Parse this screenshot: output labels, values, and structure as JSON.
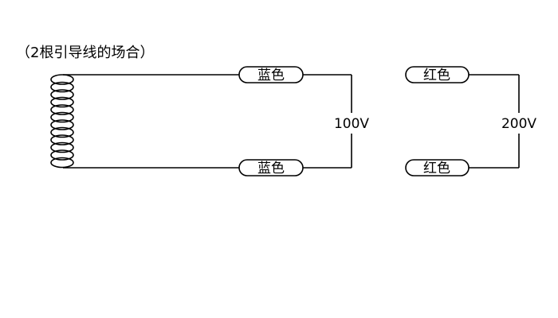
{
  "caption": "（2根引导线的场合）",
  "left_circuit": {
    "top_terminal": "蓝色",
    "bottom_terminal": "蓝色",
    "voltage": "100V"
  },
  "right_circuit": {
    "top_terminal": "红色",
    "bottom_terminal": "红色",
    "voltage": "200V"
  },
  "colors": {
    "line": "#000000",
    "background": "#ffffff"
  },
  "icons": [
    "coil-icon"
  ]
}
